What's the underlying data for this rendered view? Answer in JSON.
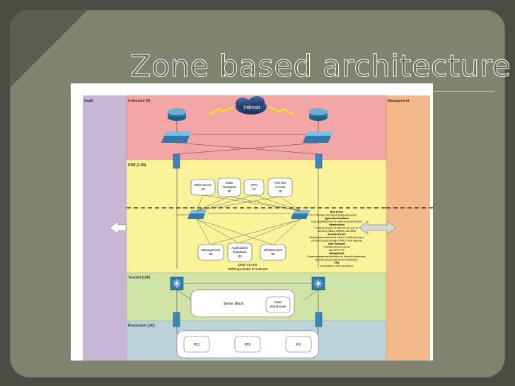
{
  "slide": {
    "title": "Zone based architecture"
  },
  "zones": {
    "audit": "Audit",
    "management": "Management",
    "untrusted": "Untrusted (0)",
    "dmz": "DMZ (1-99)",
    "trusted": "Trusted (100)",
    "restricted": "Restricted (100)"
  },
  "internet": "Internet",
  "dmz_nodes": {
    "web_server": [
      "Web Server",
      "20"
    ],
    "data_transport": [
      "Data",
      "Transport",
      "25"
    ],
    "vpn": [
      "VPN",
      "10"
    ],
    "remote_access": [
      "Remote",
      "Access",
      "15"
    ]
  },
  "dmz_lower_nodes": {
    "management": [
      "Management",
      "90"
    ],
    "app_db": [
      "Application/",
      "Database",
      "80"
    ],
    "infrastructure": [
      "Infrastructure",
      "95"
    ]
  },
  "dmz_vlans": [
    "DMZ VLANs",
    "Utilizing private IP subnets"
  ],
  "legend": [
    "Web Server",
    "Contains all external facing web servers",
    "Application/Database",
    "Loop (AppDB)Section for public facing web servers",
    "Infrastructure",
    "Contains services for DMZ servers such as",
    "Directory, Radius, RADIUS, and SIEM",
    "Remote Access",
    "All applications that cannot reside in a DMZ will only be",
    "permitted access through a VPN or Citrix Gateway",
    "Data Transport",
    "Contains services such as",
    "eBot SFTP FTP",
    "Management",
    "Contains management interfaces for Network infrastructure,",
    "Security devices, and Server infrastructure",
    "VPN",
    "Termination for VPN connections"
  ],
  "server_block": "Server Block",
  "data_warehouse": [
    "Data",
    "Warehouse"
  ],
  "restricted_nodes": [
    "PCI",
    "PHI",
    "PII"
  ],
  "colors": {
    "audit": "#c8b6d6",
    "management": "#f4b98a",
    "untrusted": "#f4a6a6",
    "dmz": "#faf39a",
    "trusted": "#cfe4a6",
    "restricted": "#bcd3dc"
  }
}
